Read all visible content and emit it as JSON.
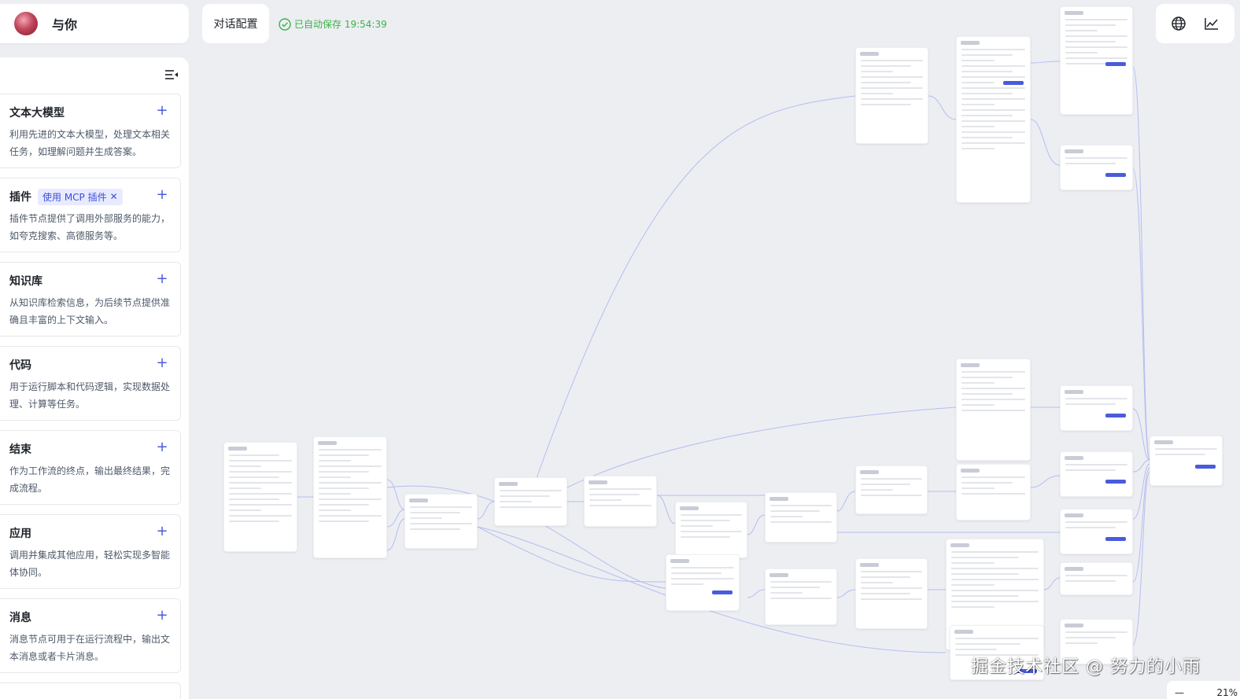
{
  "header": {
    "app_name": "与你",
    "config_button": "对话配置",
    "save_status": "已自动保存 19:54:39"
  },
  "toolbar": {
    "icons": [
      "globe-icon",
      "chart-icon"
    ]
  },
  "node_panel": {
    "items": [
      {
        "title": "文本大模型",
        "desc": "利用先进的文本大模型，处理文本相关任务，如理解问题并生成答案。"
      },
      {
        "title": "插件",
        "tag": "使用 MCP 插件",
        "desc": "插件节点提供了调用外部服务的能力，如夸克搜索、高德服务等。"
      },
      {
        "title": "知识库",
        "desc": "从知识库检索信息，为后续节点提供准确且丰富的上下文输入。"
      },
      {
        "title": "代码",
        "desc": "用于运行脚本和代码逻辑，实现数据处理、计算等任务。"
      },
      {
        "title": "结束",
        "desc": "作为工作流的终点，输出最终结果，完成流程。"
      },
      {
        "title": "应用",
        "desc": "调用并集成其他应用，轻松实现多智能体协同。"
      },
      {
        "title": "消息",
        "desc": "消息节点可用于在运行流程中，输出文本消息或者卡片消息。"
      }
    ]
  },
  "zoom": {
    "minus": "—",
    "level": "21%"
  },
  "watermark": "掘金技术社区 @ 努力的小雨",
  "colors": {
    "accent": "#4a5bdc",
    "save_green": "#3bb346",
    "canvas_bg": "#eceef2"
  }
}
